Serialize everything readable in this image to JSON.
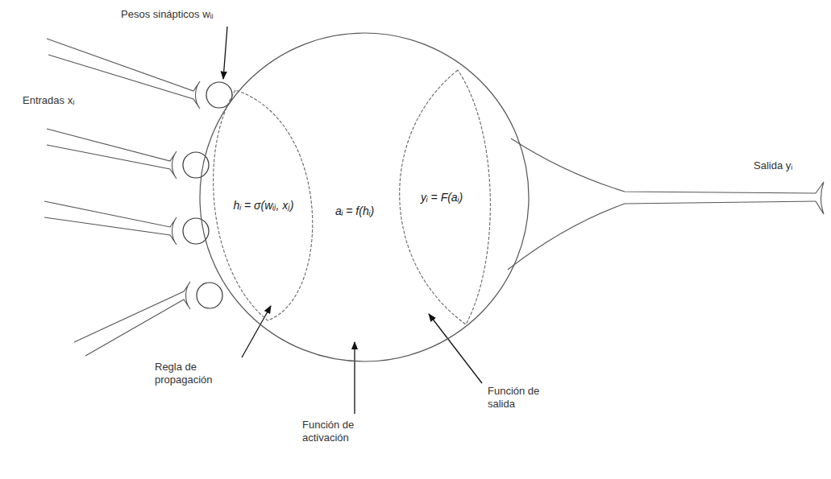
{
  "diagram": {
    "nodes": [
      {
        "text": [
          "aᵢ = f(hᵢ)"
        ]
      },
      {
        "text": [
          "hᵢ = σ(wᵢⱼ, xⱼ)"
        ],
        "in": 0
      },
      {
        "text": [
          "yᵢ = F(aᵢ)"
        ],
        "in": 0
      }
    ],
    "labels": [
      "Pesos sinápticos wᵢⱼ",
      "Entradas xⱼ",
      "Salida yᵢ",
      "Regla de propagación",
      "Función de activación",
      "Función de salida"
    ]
  }
}
